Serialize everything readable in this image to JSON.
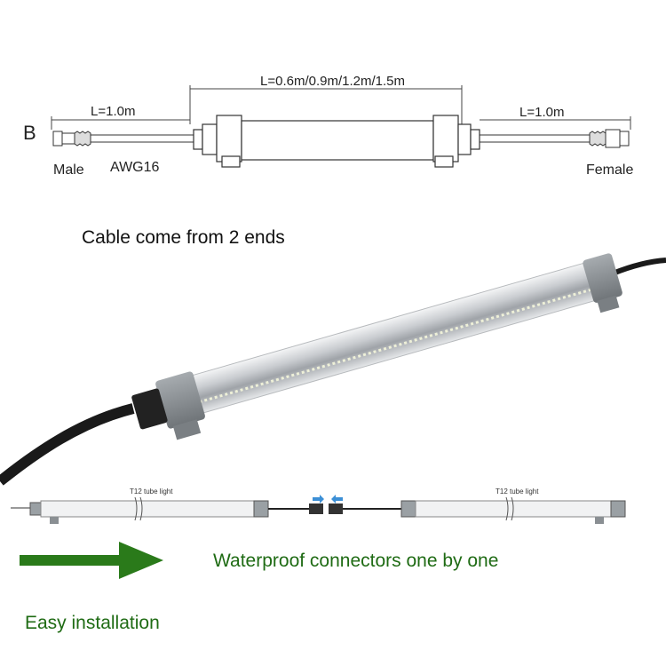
{
  "dimension_diagram": {
    "variant_letter": "B",
    "lamp_length": "L=0.6m/0.9m/1.2m/1.5m",
    "left_cable_length": "L=1.0m",
    "right_cable_length": "L=1.0m",
    "male_label": "Male",
    "gauge_label": "AWG16",
    "female_label": "Female"
  },
  "caption_top": "Cable come from 2 ends",
  "chain_diagram": {
    "left_tube_label": "T12 tube light",
    "right_tube_label": "T12 tube light"
  },
  "caption_connectors": "Waterproof connectors one by one",
  "caption_installation": "Easy installation",
  "colors": {
    "green_text": "#1f6b14",
    "arrow_green": "#2a7a1a",
    "connector_arrow": "#3b8fd6",
    "end_cap_gray": "#8a8f93",
    "cable_black": "#1a1a1a"
  }
}
